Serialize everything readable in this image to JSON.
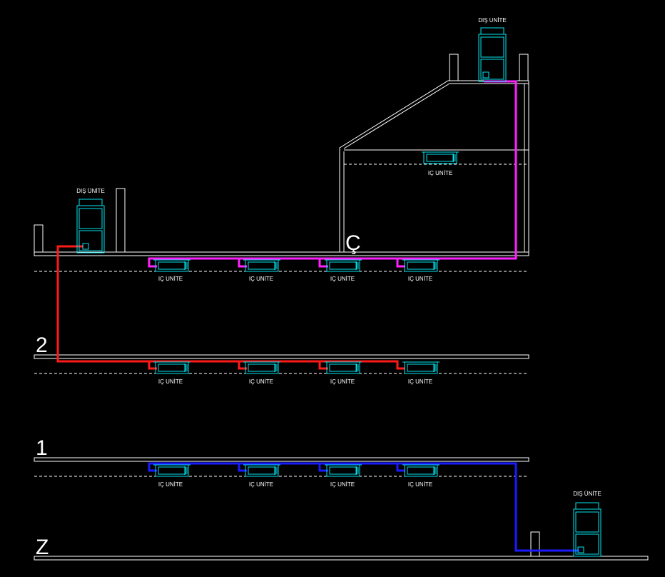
{
  "colors": {
    "background": "#000000",
    "structure": "#ffffff",
    "unit": "#00e5ee",
    "pipe_roof": "#ff22ff",
    "pipe_floor2": "#ff1a1a",
    "pipe_floor1": "#1a1aff"
  },
  "floor_labels": {
    "roof": "Ç",
    "floor2": "2",
    "floor1": "1",
    "ground": "Z"
  },
  "outdoor_units": {
    "top_label": "DIŞ UNİTE",
    "left_label": "DIŞ ÜNİTE",
    "right_label": "DIŞ ÜNİTE"
  },
  "indoor_units": {
    "attic_label": "IÇ UNİTE",
    "roof_labels": [
      "IÇ UNİTE",
      "IÇ UNİTE",
      "IÇ UNİTE",
      "IÇ UNİTE"
    ],
    "floor2_labels": [
      "IÇ UNİTE",
      "IÇ UNİTE",
      "IÇ UNİTE",
      "IÇ UNİTE"
    ],
    "floor1_labels": [
      "IÇ UNİTE",
      "IÇ UNİTE",
      "IÇ UNİTE",
      "IÇ UNİTE"
    ]
  }
}
